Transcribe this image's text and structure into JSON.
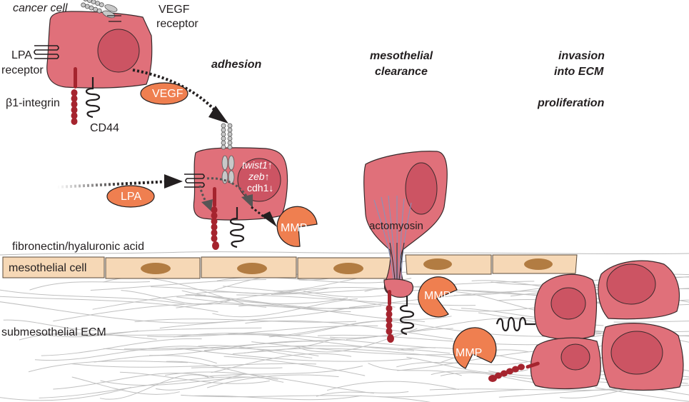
{
  "labels": {
    "cancer_cell": "cancer cell",
    "vegf_receptor_1": "VEGF",
    "vegf_receptor_2": "receptor",
    "lpa_receptor_1": "LPA",
    "lpa_receptor_2": "receptor",
    "b1_integrin": "β1-integrin",
    "cd44": "CD44",
    "fibronectin": "fibronectin/hyaluronic acid",
    "mesothelial_cell": "mesothelial cell",
    "submesothelial_ecm": "submesothelial ECM",
    "actomyosin": "actomyosin"
  },
  "stages": {
    "adhesion": "adhesion",
    "clearance_1": "mesothelial",
    "clearance_2": "clearance",
    "invasion_1": "invasion",
    "invasion_2": "into ECM",
    "proliferation": "proliferation"
  },
  "factors": {
    "vegf": "VEGF",
    "lpa": "LPA",
    "mmp": "MMP"
  },
  "gene_expression": {
    "twist1": "twist1↑",
    "zeb": "zeb↑",
    "cdh1": "cdh1↓"
  },
  "colors": {
    "cell_fill": "#e0707a",
    "cell_stroke": "#3a2a2c",
    "nucleus_fill": "#cc5463",
    "mesothelial_fill": "#f6d8b6",
    "mesothelial_nucleus": "#b27c42",
    "factor_orange": "#ef7f50",
    "integrin_red": "#a5242e",
    "receptor_grey": "#c8c8c8",
    "ecm_grey": "#c0c0c0",
    "arrow": "#231f20"
  }
}
